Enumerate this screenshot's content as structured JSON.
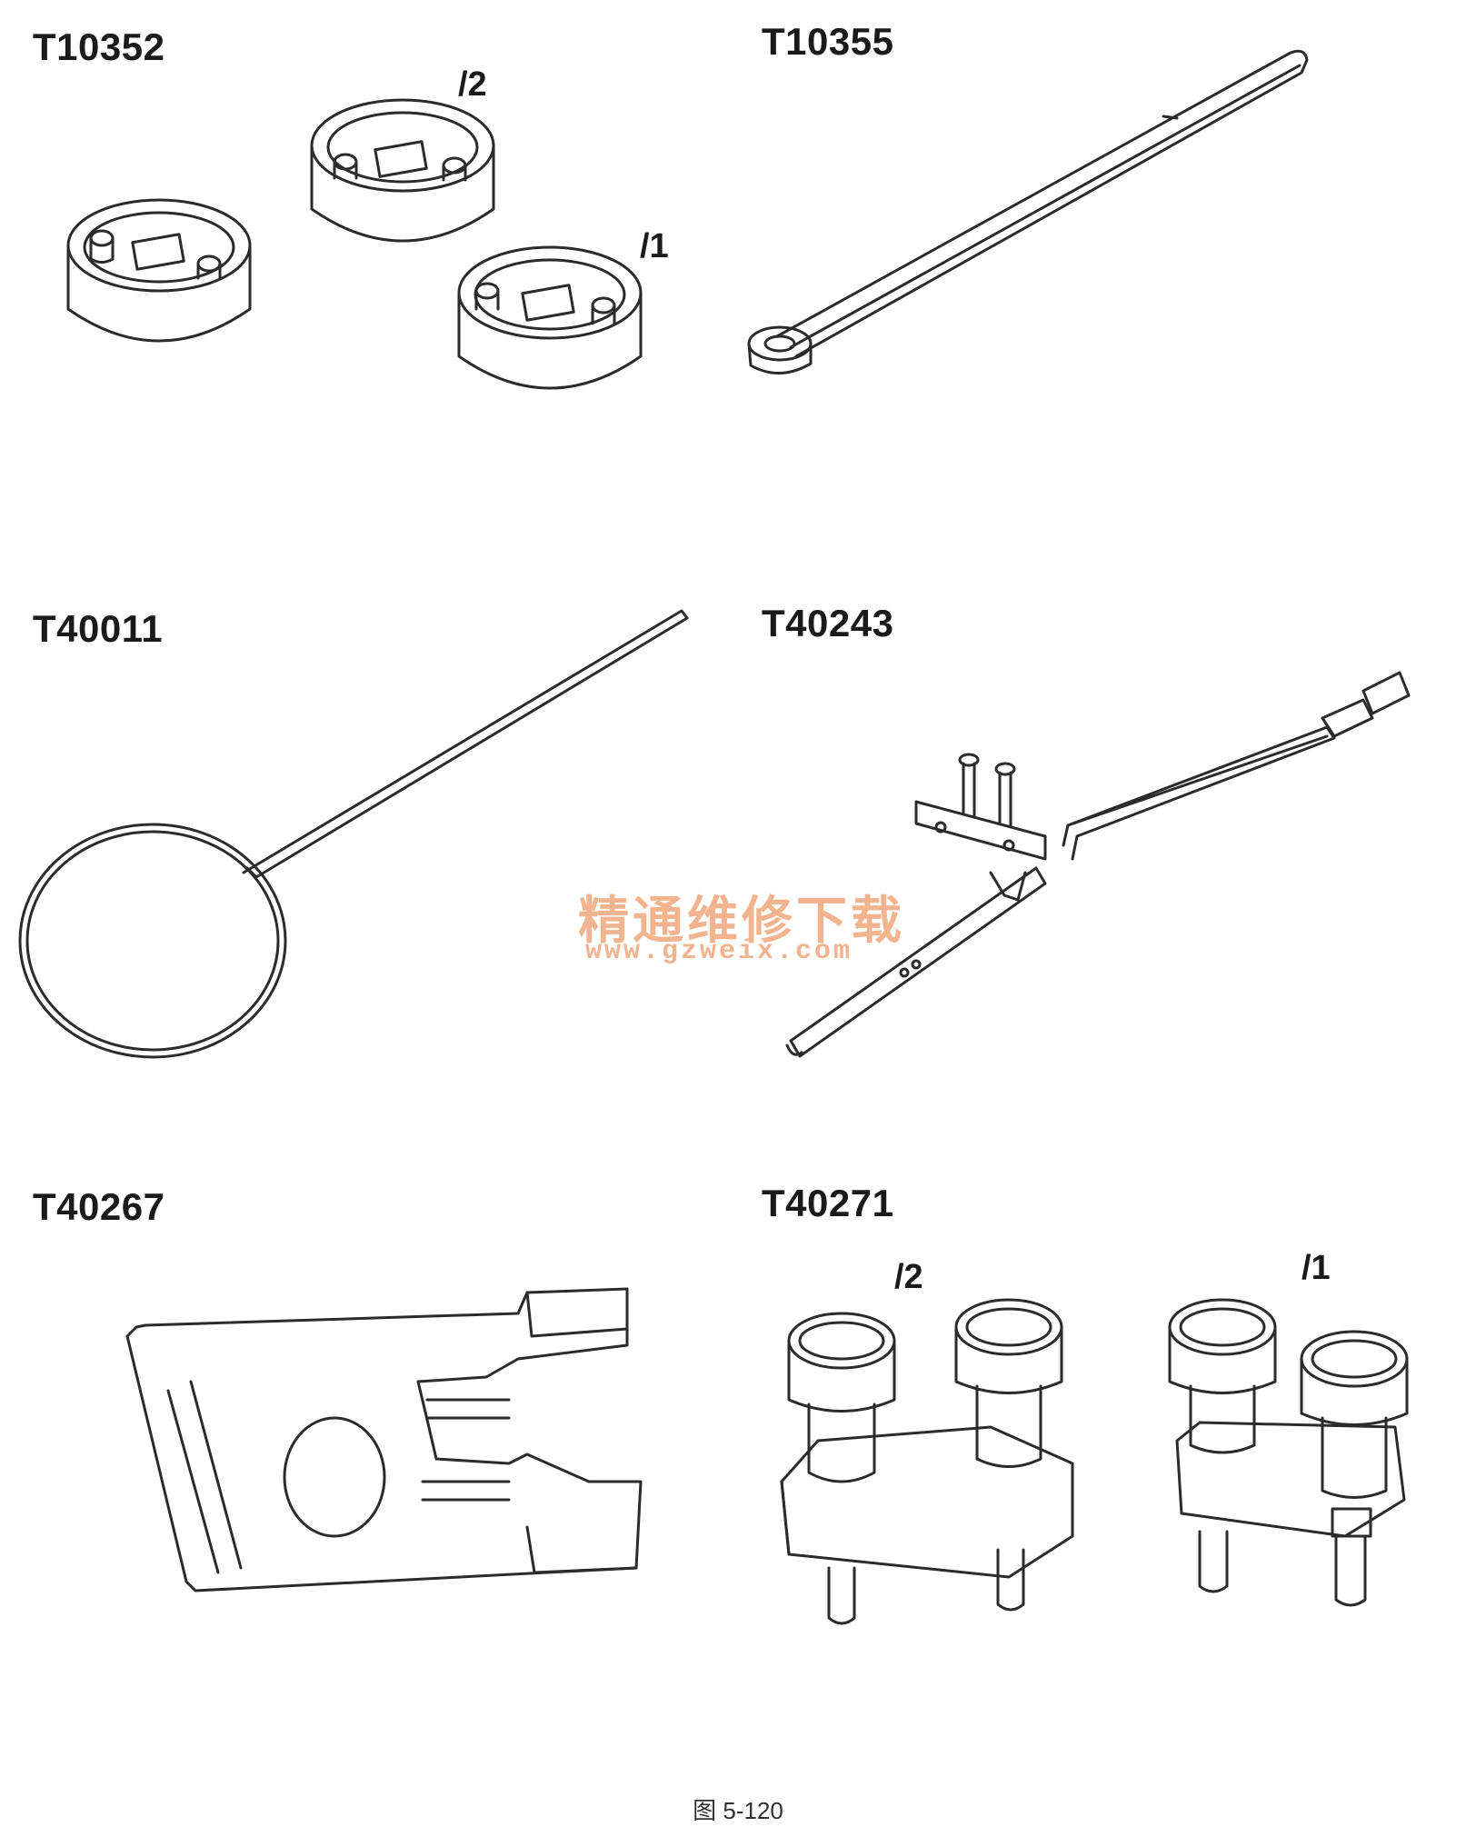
{
  "tools": [
    {
      "id": "T10352",
      "label": "T10352",
      "parts": [
        "/2",
        "/1"
      ]
    },
    {
      "id": "T10355",
      "label": "T10355"
    },
    {
      "id": "T40011",
      "label": "T40011"
    },
    {
      "id": "T40243",
      "label": "T40243"
    },
    {
      "id": "T40267",
      "label": "T40267"
    },
    {
      "id": "T40271",
      "label": "T40271",
      "parts": [
        "/2",
        "/1"
      ]
    }
  ],
  "watermark": {
    "title": "精通维修下载",
    "url": "www.gzweix.com",
    "color": "#f2b48f"
  },
  "caption": "图 5-120"
}
